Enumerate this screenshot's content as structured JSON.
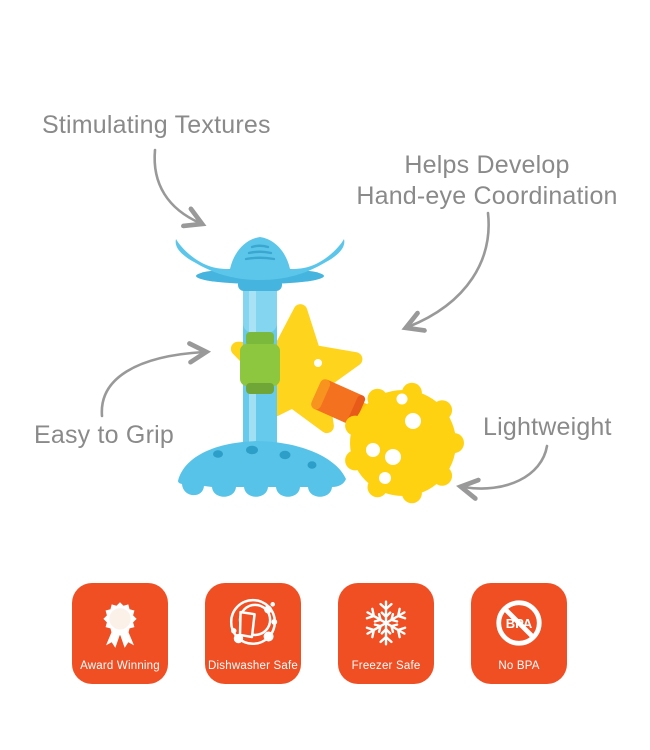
{
  "annotations": {
    "text_color": "#8a8a8a",
    "arrow_color": "#999999",
    "stimulating_textures": "Stimulating Textures",
    "helps_develop_line1": "Helps Develop",
    "helps_develop_line2": "Hand-eye Coordination",
    "easy_to_grip": "Easy to Grip",
    "lightweight": "Lightweight"
  },
  "product": {
    "description": "blue and yellow spinning teether toy",
    "colors": {
      "blue": "#5CC6EA",
      "blue_dark": "#3BA6CF",
      "green": "#8DC63F",
      "yellow": "#FFD211",
      "orange": "#F4711F"
    }
  },
  "badges": {
    "background_color": "#F04E23",
    "text_color": "#FFFFFF",
    "items": [
      {
        "label": "Award Winning",
        "icon": "award-ribbon-icon"
      },
      {
        "label": "Dishwasher Safe",
        "icon": "dishwasher-safe-icon"
      },
      {
        "label": "Freezer Safe",
        "icon": "snowflake-icon"
      },
      {
        "label": "No BPA",
        "icon": "no-bpa-icon",
        "icon_text": "BPA"
      }
    ]
  }
}
